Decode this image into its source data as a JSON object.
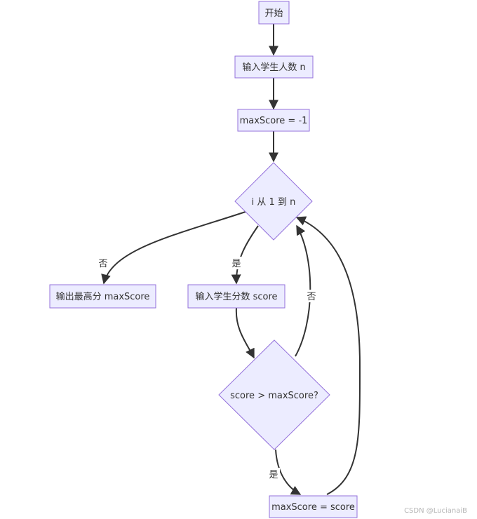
{
  "flowchart": {
    "nodes": {
      "start": "开始",
      "input_n": "输入学生人数 n",
      "init_max": "maxScore = -1",
      "loop_cond": "i 从 1 到 n",
      "output_max": "输出最高分 maxScore",
      "input_score": "输入学生分数 score",
      "compare": "score > maxScore?",
      "assign_max": "maxScore = score"
    },
    "edge_labels": {
      "loop_no": "否",
      "loop_yes": "是",
      "compare_no": "否",
      "compare_yes": "是"
    }
  },
  "watermark": "CSDN @LucianaiB"
}
